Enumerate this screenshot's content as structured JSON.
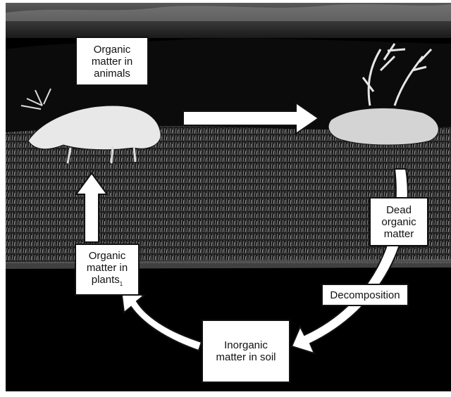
{
  "diagram": {
    "labels": {
      "animals": [
        "Organic",
        "matter in",
        "animals"
      ],
      "dead": [
        "Dead",
        "organic",
        "matter"
      ],
      "plants": [
        "Organic",
        "matter in",
        "plants"
      ],
      "plants_mark": "1",
      "decomposition": "Decomposition",
      "soil": [
        "Inorganic",
        "matter in soil"
      ]
    },
    "arrows": [
      {
        "from": "animals",
        "to": "dead"
      },
      {
        "from": "dead",
        "to": "soil"
      },
      {
        "from": "soil",
        "to": "plants"
      },
      {
        "from": "plants",
        "to": "animals"
      }
    ],
    "colors": {
      "sky": "#1a1a1a",
      "hills": "#0b0b0b",
      "grass": "#2a2a2a",
      "ground": "#000000",
      "arrow_fill": "#ffffff",
      "arrow_stroke": "#111111"
    }
  }
}
